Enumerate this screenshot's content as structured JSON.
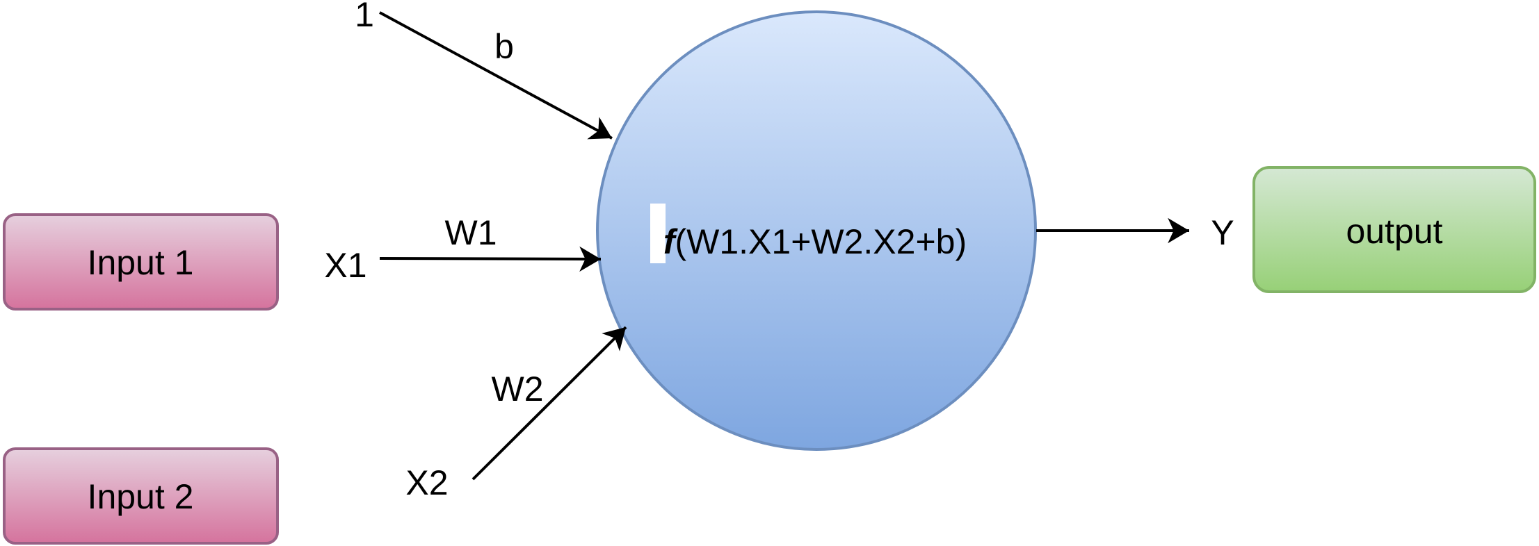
{
  "nodes": {
    "input1": "Input 1",
    "input2": "Input 2",
    "neuron_fn": "f",
    "neuron_expr": "(W1.X1+W2.X2+b)",
    "output": "output"
  },
  "labels": {
    "bias_input": "1",
    "bias_weight": "b",
    "x1": "X1",
    "w1": "W1",
    "x2": "X2",
    "w2": "W2",
    "y": "Y"
  },
  "colors": {
    "input_fill_top": "#e6d0de",
    "input_fill_bottom": "#d5739d",
    "input_stroke": "#996185",
    "neuron_fill_top": "#dae8fc",
    "neuron_fill_bottom": "#7ea6e0",
    "neuron_stroke": "#6c8ebf",
    "output_fill_top": "#d5e8d4",
    "output_fill_bottom": "#97d077",
    "output_stroke": "#82b366"
  }
}
